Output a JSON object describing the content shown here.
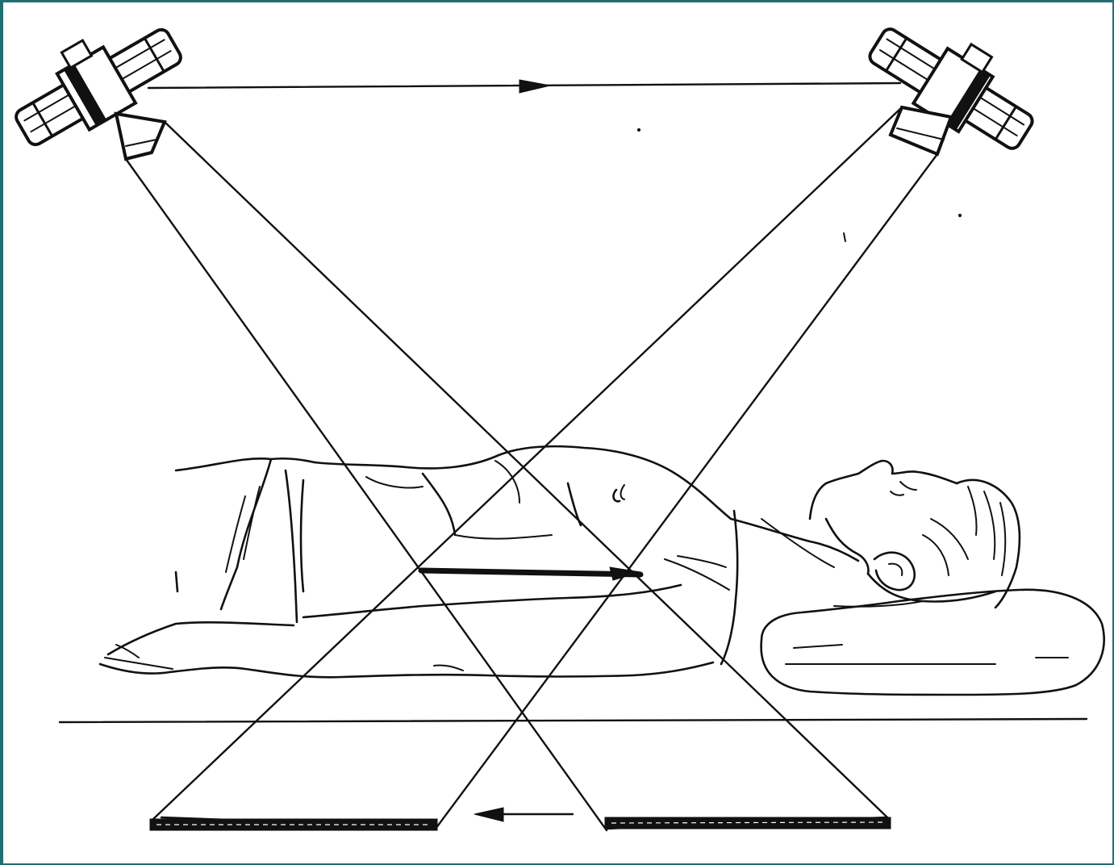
{
  "figure": {
    "subject": "tomography-scan-schematic",
    "colors": {
      "frame": "#1f6f73",
      "ink": "#111111",
      "paper": "#ffffff"
    },
    "icons": [
      "x-ray-tube-left",
      "x-ray-tube-right",
      "tube-motion-arrow",
      "film-motion-arrow"
    ]
  }
}
